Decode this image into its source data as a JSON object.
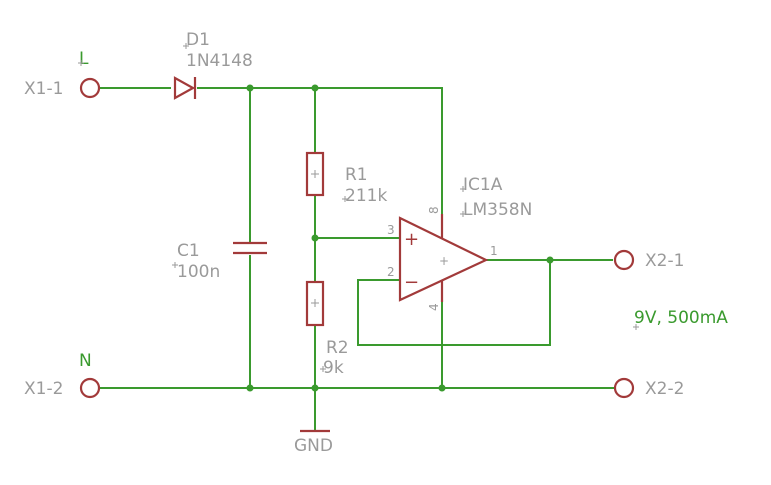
{
  "colors": {
    "wire": "#3a9a2e",
    "part": "#a23a3a",
    "text": "#9a9a9a"
  },
  "connectors": {
    "x1_1": "X1-1",
    "x1_2": "X1-2",
    "x2_1": "X2-1",
    "x2_2": "X2-2"
  },
  "net_labels": {
    "line": "L",
    "neutral": "N",
    "supply": "9V, 500mA"
  },
  "d1": {
    "name": "D1",
    "value": "1N4148"
  },
  "c1": {
    "name": "C1",
    "value": "100n"
  },
  "r1": {
    "name": "R1",
    "value": "211k"
  },
  "r2": {
    "name": "R2",
    "value": "9k"
  },
  "ic1": {
    "name": "IC1A",
    "value": "LM358N",
    "pin_plus_in": "3",
    "pin_minus_in": "2",
    "pin_out": "1",
    "pin_vcc": "8",
    "pin_gnd": "4",
    "plus_sign": "+",
    "minus_sign": "−",
    "center_sign": "+"
  },
  "gnd": {
    "label": "GND"
  }
}
